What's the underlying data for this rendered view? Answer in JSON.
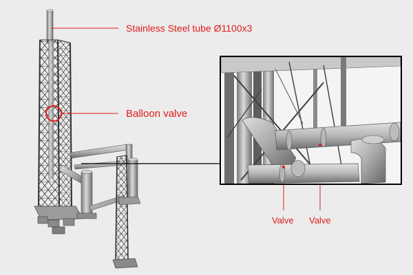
{
  "callouts": {
    "tube_label": "Stainless Steel tube Ø1100x3",
    "balloon_valve_label": "Balloon valve",
    "valve_left_label": "Valve",
    "valve_right_label": "Valve"
  },
  "colors": {
    "background": "#ececec",
    "callout": "#e01c1c",
    "leader": "#000000",
    "steel_light": "#c8c8c8",
    "steel_mid": "#9a9a9a",
    "steel_dark": "#5a5a5a",
    "inset_bg": "#f4f4f4"
  }
}
